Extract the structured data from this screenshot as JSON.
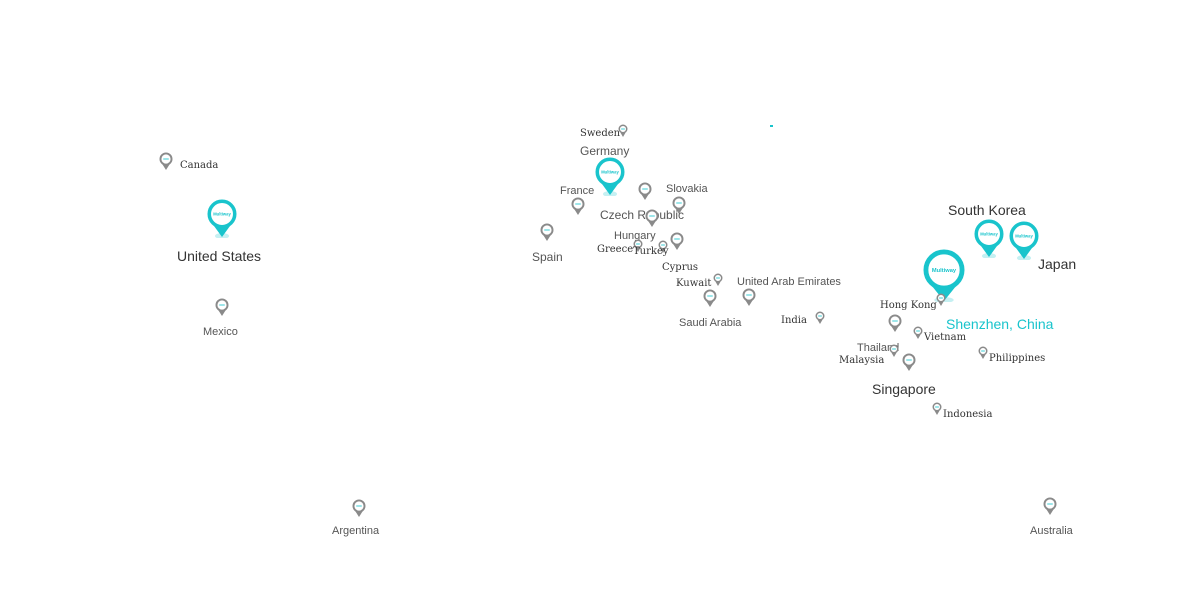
{
  "brand": {
    "accent_color": "#19c4cc",
    "pin_color": "#8a8a8a",
    "pin_logo_text": "Multiway"
  },
  "locations": [
    {
      "id": "canada",
      "label": "Canada",
      "kind": "small"
    },
    {
      "id": "united-states",
      "label": "United States",
      "kind": "large"
    },
    {
      "id": "mexico",
      "label": "Mexico",
      "kind": "small"
    },
    {
      "id": "argentina",
      "label": "Argentina",
      "kind": "small"
    },
    {
      "id": "sweden",
      "label": "Sweden",
      "kind": "small"
    },
    {
      "id": "germany",
      "label": "Germany",
      "kind": "large"
    },
    {
      "id": "france",
      "label": "France",
      "kind": "small"
    },
    {
      "id": "spain",
      "label": "Spain",
      "kind": "small"
    },
    {
      "id": "slovakia",
      "label": "Slovakia",
      "kind": "small"
    },
    {
      "id": "czech-republic",
      "label": "Czech Republic",
      "kind": "small"
    },
    {
      "id": "hungary",
      "label": "Hungary",
      "kind": "small"
    },
    {
      "id": "greece",
      "label": "Greece",
      "kind": "small"
    },
    {
      "id": "turkey",
      "label": "Turkey",
      "kind": "small"
    },
    {
      "id": "cyprus",
      "label": "Cyprus",
      "kind": "small"
    },
    {
      "id": "kuwait",
      "label": "Kuwait",
      "kind": "small"
    },
    {
      "id": "united-arab-emirates",
      "label": "United Arab Emirates",
      "kind": "small"
    },
    {
      "id": "saudi-arabia",
      "label": "Saudi Arabia",
      "kind": "small"
    },
    {
      "id": "india",
      "label": "India",
      "kind": "small"
    },
    {
      "id": "south-korea",
      "label": "South Korea",
      "kind": "large"
    },
    {
      "id": "japan",
      "label": "Japan",
      "kind": "large"
    },
    {
      "id": "shenzhen-china",
      "label": "Shenzhen, China",
      "kind": "hq"
    },
    {
      "id": "hong-kong",
      "label": "Hong Kong",
      "kind": "small"
    },
    {
      "id": "vietnam",
      "label": "Vietnam",
      "kind": "small"
    },
    {
      "id": "thailand",
      "label": "Thailand",
      "kind": "small"
    },
    {
      "id": "malaysia",
      "label": "Malaysia",
      "kind": "small"
    },
    {
      "id": "philippines",
      "label": "Philippines",
      "kind": "small"
    },
    {
      "id": "singapore",
      "label": "Singapore",
      "kind": "small"
    },
    {
      "id": "indonesia",
      "label": "Indonesia",
      "kind": "small"
    },
    {
      "id": "australia",
      "label": "Australia",
      "kind": "small"
    }
  ]
}
